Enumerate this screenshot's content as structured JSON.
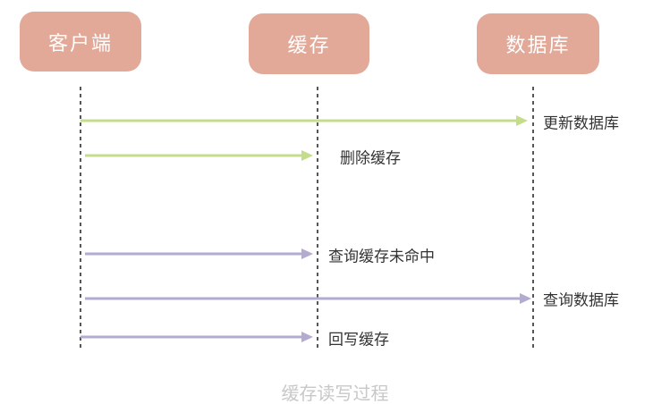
{
  "actors": {
    "client": "客户端",
    "cache": "缓存",
    "database": "数据库"
  },
  "messages": [
    {
      "label": "更新数据库",
      "from": "client",
      "to": "database",
      "color": "#c5dd8a"
    },
    {
      "label": "删除缓存",
      "from": "client",
      "to": "cache",
      "color": "#c5dd8a"
    },
    {
      "label": "查询缓存未命中",
      "from": "client",
      "to": "cache",
      "color": "#b3abd0"
    },
    {
      "label": "查询数据库",
      "from": "client",
      "to": "database",
      "color": "#b3abd0"
    },
    {
      "label": "回写缓存",
      "from": "client",
      "to": "cache",
      "color": "#b3abd0"
    }
  ],
  "caption": "缓存读写过程"
}
